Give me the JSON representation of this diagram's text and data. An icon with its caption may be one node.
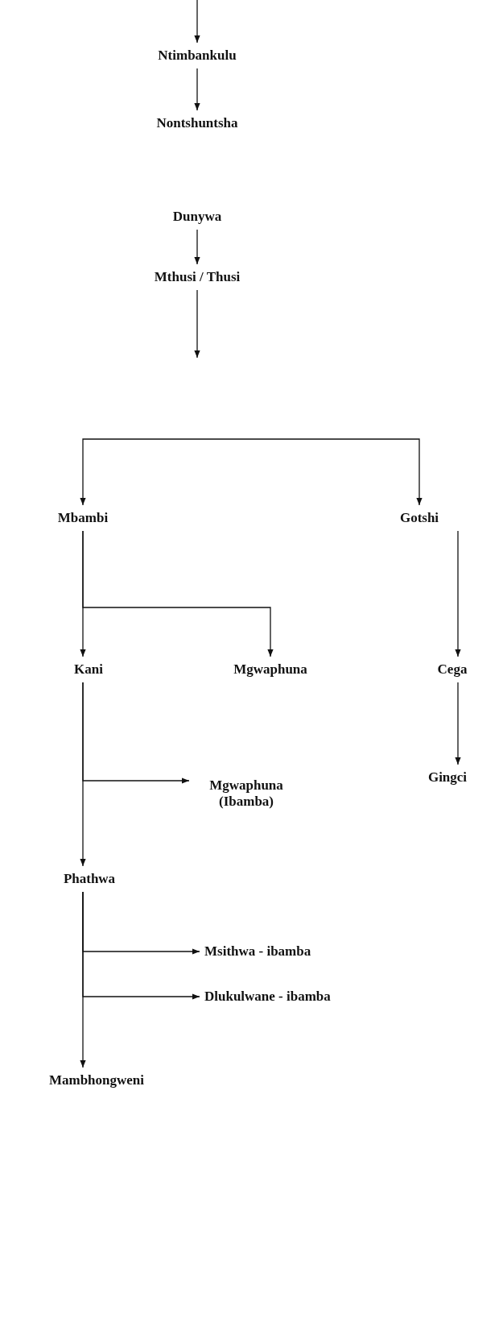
{
  "diagram": {
    "nodes": [
      {
        "text": [
          "Ntimbankulu"
        ]
      },
      {
        "text": [
          "Nontshuntsha"
        ]
      },
      {
        "text": [
          "Dunywa"
        ]
      },
      {
        "text": [
          "Mthusi / Thusi"
        ]
      },
      {
        "text": [
          "Mbambi"
        ]
      },
      {
        "text": [
          "Gotshi"
        ]
      },
      {
        "text": [
          "Kani"
        ]
      },
      {
        "text": [
          "Mgwaphuna"
        ]
      },
      {
        "text": [
          "Cega"
        ]
      },
      {
        "text": [
          "Mgwaphuna (Ibamba)"
        ]
      },
      {
        "text": [
          "Gingci"
        ]
      },
      {
        "text": [
          "Phathwa"
        ]
      },
      {
        "text": [
          "Msithwa - ibamba"
        ]
      },
      {
        "text": [
          "Dlukulwane - ibamba"
        ]
      },
      {
        "text": [
          "Mambhongweni"
        ]
      }
    ],
    "edges": [
      {
        "from": null,
        "to": 0,
        "arrow": "to"
      },
      {
        "from": 0,
        "to": 1,
        "arrow": "to"
      },
      {
        "from": 2,
        "to": 3,
        "arrow": "to"
      },
      {
        "from": 3,
        "to": null,
        "arrow": "to"
      },
      {
        "from": null,
        "to": 4,
        "arrow": "to"
      },
      {
        "from": null,
        "to": 5,
        "arrow": "to"
      },
      {
        "from": 4,
        "to": 6,
        "arrow": "to"
      },
      {
        "from": 4,
        "to": 7,
        "arrow": "to"
      },
      {
        "from": 5,
        "to": 8,
        "arrow": "to"
      },
      {
        "from": 6,
        "to": 11,
        "arrow": "to"
      },
      {
        "from": 6,
        "to": 9,
        "arrow": "to"
      },
      {
        "from": 8,
        "to": 10,
        "arrow": "to"
      },
      {
        "from": 11,
        "to": 14,
        "arrow": "to"
      },
      {
        "from": 11,
        "to": 12,
        "arrow": "to"
      },
      {
        "from": 11,
        "to": 13,
        "arrow": "to"
      }
    ]
  }
}
